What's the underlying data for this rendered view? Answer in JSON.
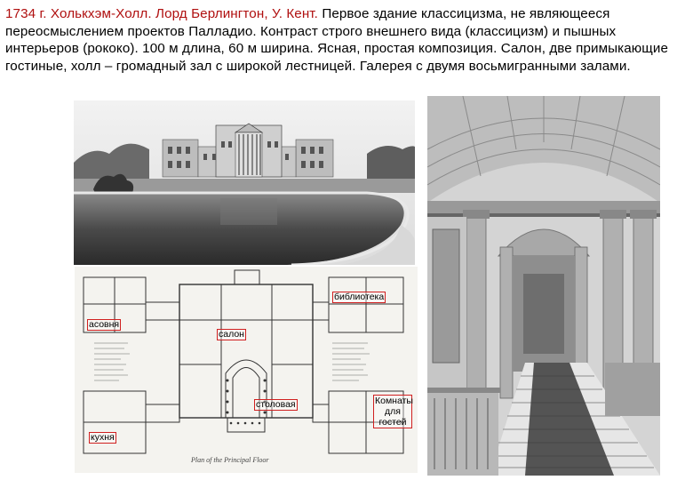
{
  "description": {
    "title_red": "1734 г. Холькхэм-Холл. Лорд Берлингтон, У. Кент.",
    "text": " Первое здание классицизма, не являющееся переосмыслением проектов Палладио. Контраст строго внешнего вида (классицизм) и пышных интерьеров (рококо). 100 м длина, 60 м ширина. Ясная, простая композиция. Салон, две примыкающие гостиные, холл – громадный зал с широкой лестницей. Галерея с двумя восьмигранными залами."
  },
  "plan_labels": {
    "library": "библиотека",
    "chapel": "асовня",
    "salon": "салон",
    "dining": "столовая",
    "guest_rooms": "Комнаты для гостей",
    "kitchen": "кухня"
  },
  "plan_caption": "Plan of the Principal Floor"
}
